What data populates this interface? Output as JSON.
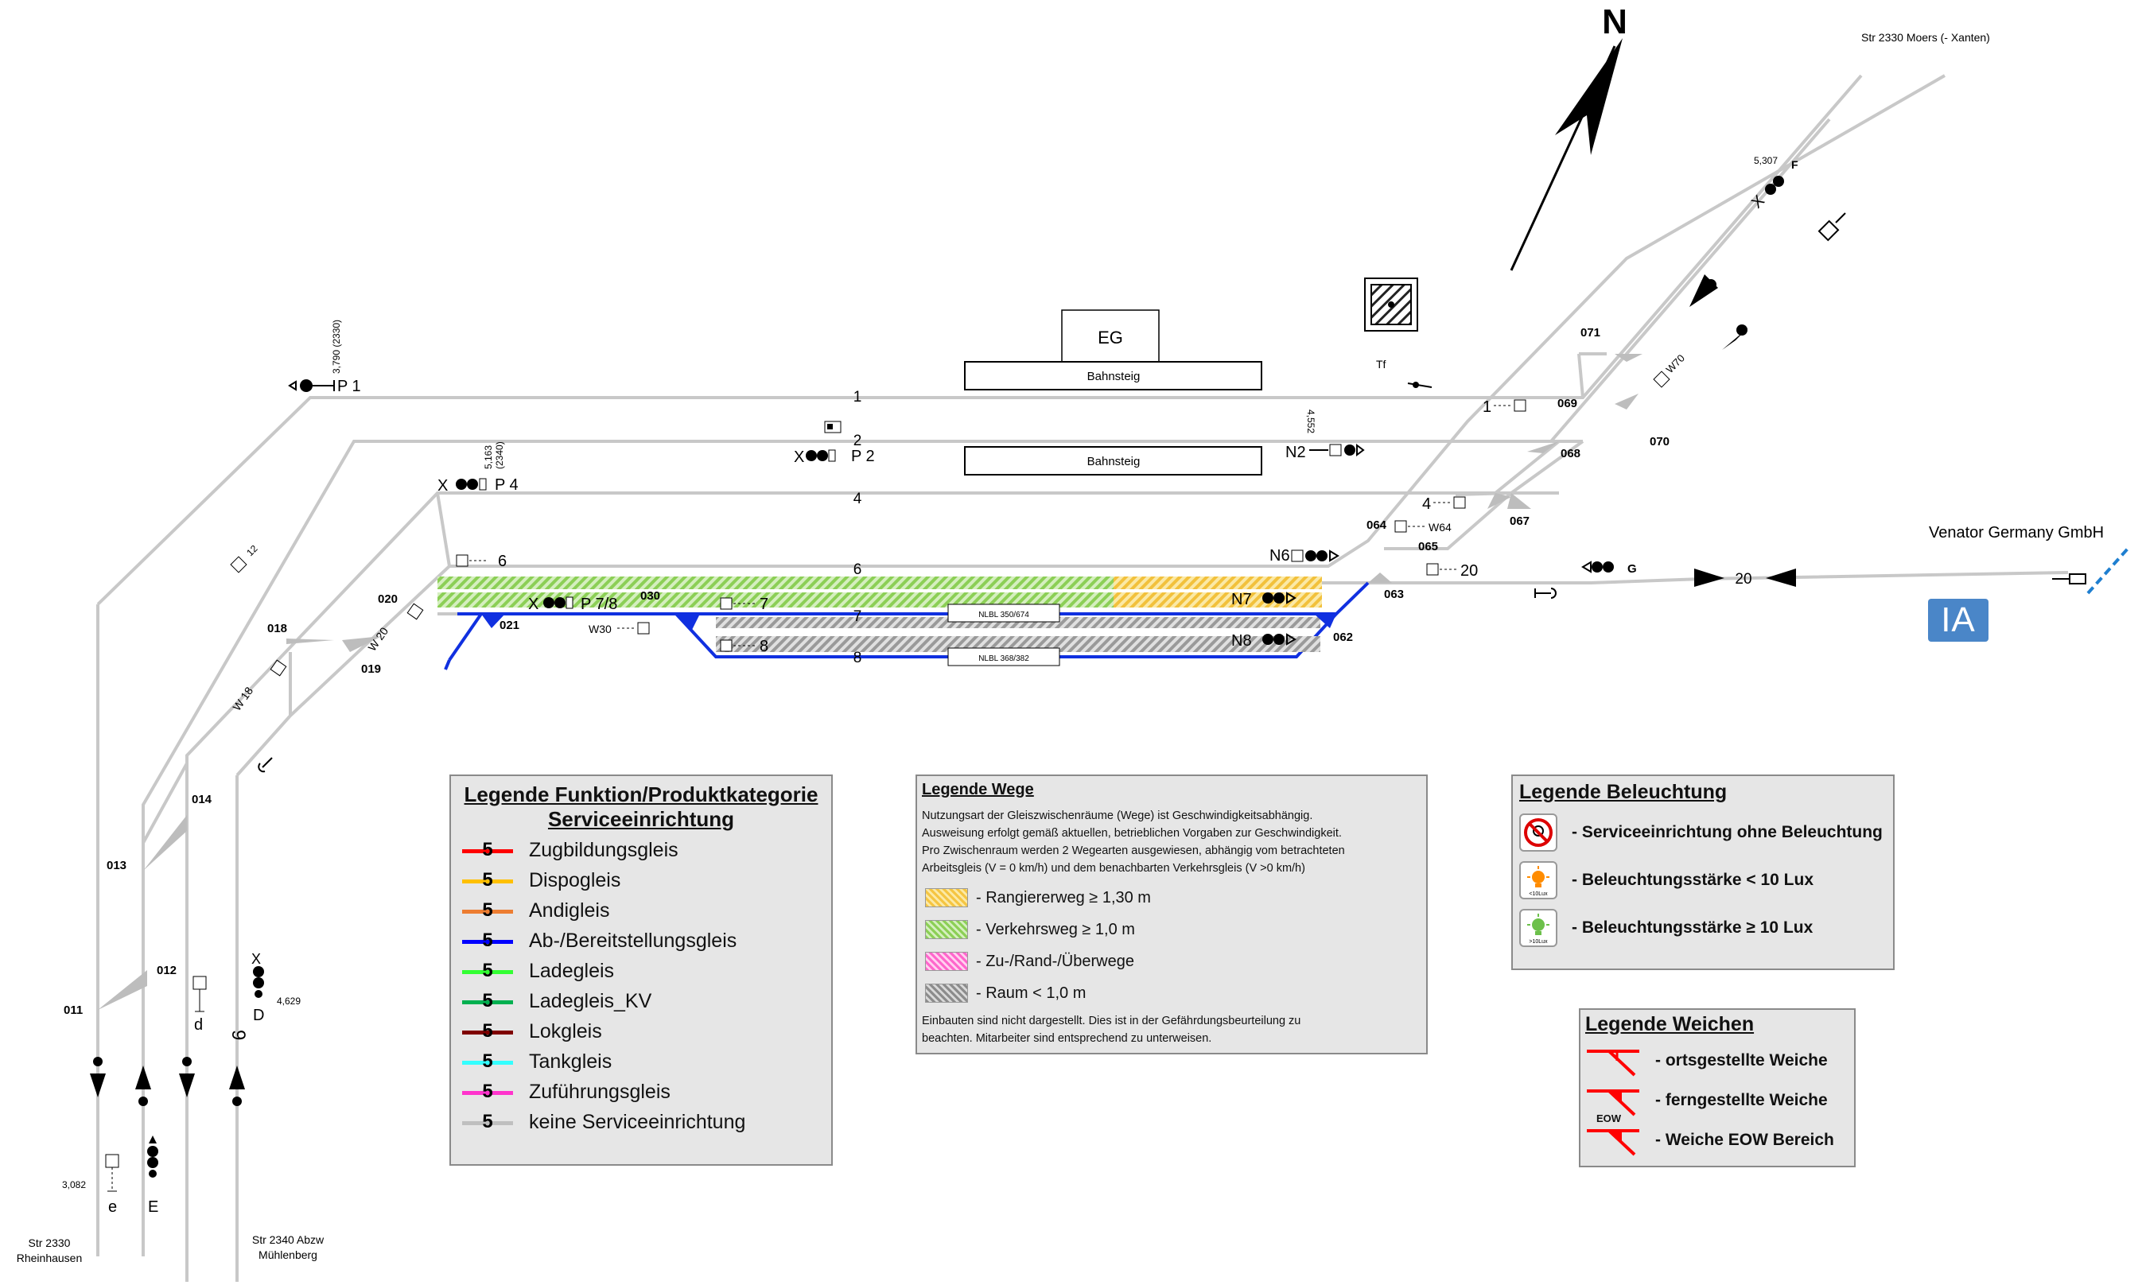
{
  "north": "N",
  "top_labels": {
    "moers": "Str 2330 Moers (- Xanten)",
    "venator": "Venator Germany GmbH",
    "rheinhausen": [
      "Str 2330",
      "Rheinhausen"
    ],
    "muehlenberg": [
      "Str 2340 Abzw",
      "Mühlenberg"
    ]
  },
  "buildings": {
    "eg": "EG",
    "bahnsteig_1": "Bahnsteig",
    "bahnsteig_2": "Bahnsteig",
    "tf": "Tf"
  },
  "track_numbers": [
    "1",
    "2",
    "4",
    "6",
    "7",
    "8",
    "20"
  ],
  "switches": [
    "071",
    "069",
    "068",
    "070",
    "067",
    "065",
    "064",
    "063",
    "062",
    "021",
    "030",
    "020",
    "018",
    "019",
    "014",
    "013",
    "012",
    "011"
  ],
  "signals": {
    "p1": "P 1",
    "p2": "P 2",
    "p4": "P 4",
    "p78": "P 7/8",
    "n2": "N2",
    "n6": "N6",
    "n7": "N7",
    "n8": "N8",
    "d": "D",
    "e": "E",
    "d_small": "d",
    "e_small": "e",
    "s1": "1",
    "s4": "4",
    "s6": "6",
    "s7": "7",
    "s8": "8",
    "s20": "20",
    "w20": "W 20",
    "w18": "W 18",
    "w30": "W30",
    "w64": "W64",
    "w70": "W70",
    "f": "F",
    "g": "G",
    "w12": "12",
    "nine": "9"
  },
  "km": {
    "p1": "3,790 (2330)",
    "p4a": "5,163",
    "p4b": "(2340)",
    "n2": "4,552",
    "f": "5,307",
    "d": "4,629",
    "e": "3,082"
  },
  "platform_boxes": {
    "nl1": "NLBL 350/674",
    "nl2": "NLBL 368/382"
  },
  "ia_badge": "IA",
  "legend_function": {
    "title_line1": "Legende Funktion/Produktkategorie",
    "title_line2": "Serviceeinrichtung",
    "num": "5",
    "items": [
      {
        "label": "Zugbildungsgleis",
        "color": "#ff0000"
      },
      {
        "label": "Dispogleis",
        "color": "#ffc000"
      },
      {
        "label": "Andigleis",
        "color": "#ed7d31"
      },
      {
        "label": "Ab-/Bereitstellungsgleis",
        "color": "#0000ff"
      },
      {
        "label": "Ladegleis",
        "color": "#33ff33"
      },
      {
        "label": "Ladegleis_KV",
        "color": "#00b050"
      },
      {
        "label": "Lokgleis",
        "color": "#7f0000"
      },
      {
        "label": "Tankgleis",
        "color": "#33ffff"
      },
      {
        "label": "Zuführungsgleis",
        "color": "#ff33cc"
      },
      {
        "label": "keine Serviceeinrichtung",
        "color": "#bfbfbf"
      }
    ]
  },
  "legend_wege": {
    "title": "Legende Wege",
    "intro": [
      "Nutzungsart der Gleiszwischenräume (Wege) ist Geschwindigkeitsabhängig.",
      "Ausweisung erfolgt gemäß aktuellen, betrieblichen Vorgaben zur Geschwindigkeit.",
      "Pro Zwischenraum werden 2 Wegearten ausgewiesen, abhängig vom betrachteten",
      "Arbeitsgleis (V = 0 km/h) und dem benachbarten Verkehrsgleis (V >0 km/h)"
    ],
    "items": [
      {
        "label": "- Rangiererweg ≥ 1,30 m",
        "pattern": "orange"
      },
      {
        "label": "- Verkehrsweg ≥ 1,0 m",
        "pattern": "green"
      },
      {
        "label": "- Zu-/Rand-/Überwege",
        "pattern": "pink"
      },
      {
        "label": "- Raum < 1,0 m",
        "pattern": "grey"
      }
    ],
    "footer": [
      "Einbauten sind nicht dargestellt. Dies ist in der Gefährdungsbeurteilung zu",
      "beachten. Mitarbeiter sind entsprechend zu unterweisen."
    ]
  },
  "legend_beleuchtung": {
    "title": "Legende Beleuchtung",
    "items": [
      {
        "label": "- Serviceeinrichtung ohne Beleuchtung",
        "icon": "no-light-icon"
      },
      {
        "label": "- Beleuchtungsstärke < 10 Lux",
        "icon": "lamp-orange-icon",
        "tag": "<10Lux"
      },
      {
        "label": "- Beleuchtungsstärke ≥ 10 Lux",
        "icon": "lamp-green-icon",
        "tag": ">10Lux"
      }
    ]
  },
  "legend_weichen": {
    "title": "Legende Weichen",
    "eow": "EOW",
    "items": [
      {
        "label": "- ortsgestellte Weiche"
      },
      {
        "label": "- ferngestellte Weiche"
      },
      {
        "label": "- Weiche EOW Bereich"
      }
    ]
  }
}
